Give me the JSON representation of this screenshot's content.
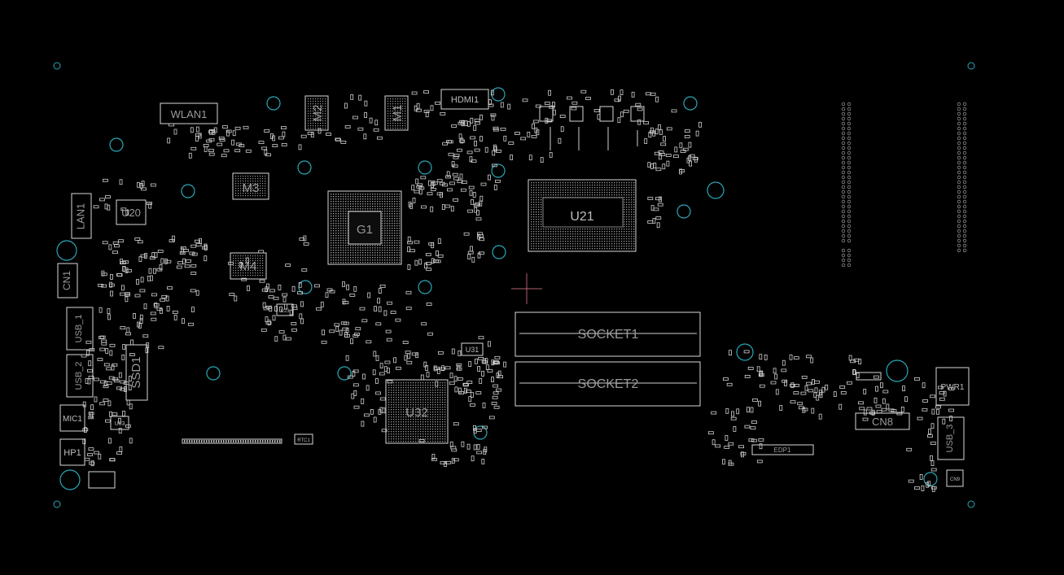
{
  "board": {
    "components": {
      "wlan1": "WLAN1",
      "hdmi1": "HDMI1",
      "m1": "M1",
      "m2": "M2",
      "m3": "M3",
      "m4": "M4",
      "g1": "G1",
      "u20": "U20",
      "u21": "U21",
      "u23": "U23",
      "u31": "U31",
      "u32": "U32",
      "u83": "U83",
      "lan1": "LAN1",
      "cn1": "CN1",
      "usb1": "USB_1",
      "usb2": "USB_2",
      "usb3": "USB_3",
      "ssd1": "SSD1",
      "mic1": "MIC1",
      "hp1": "HP1",
      "socket1": "SOCKET1",
      "socket2": "SOCKET2",
      "pwr1": "PWR1",
      "cn8": "CN8",
      "edp1": "EDP1",
      "rtc1": "RTC1",
      "cn9": "CN9"
    }
  },
  "colors": {
    "background": "#000000",
    "outline": "#d8d8d8",
    "mounting_hole": "#2aa7b8",
    "cursor": "#b06070"
  },
  "icons": {
    "cursor": "crosshair-icon"
  }
}
